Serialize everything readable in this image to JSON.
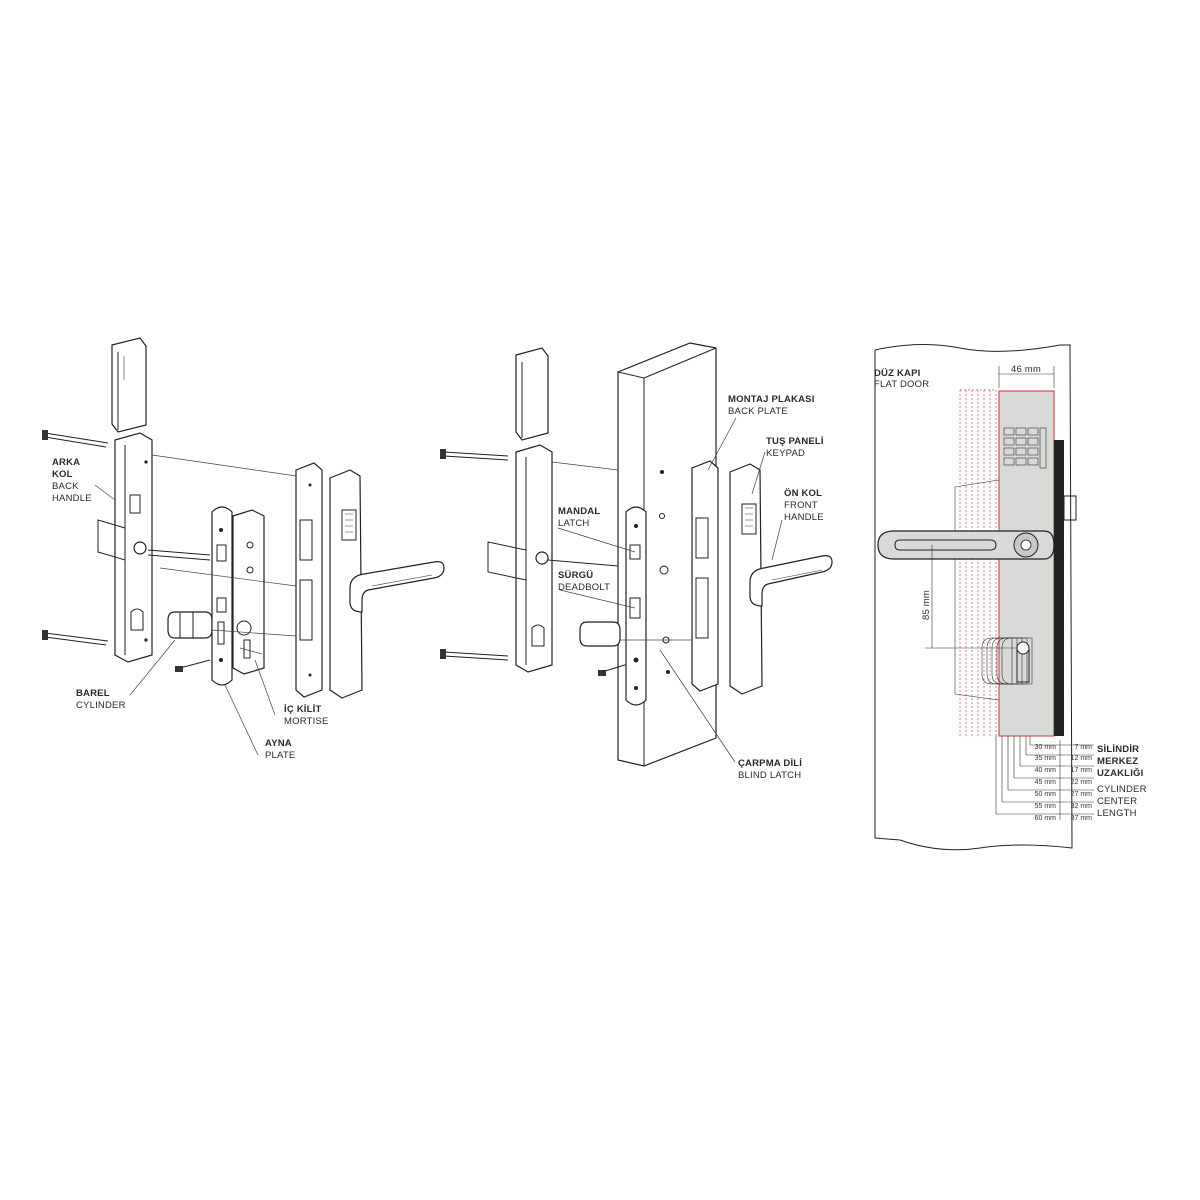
{
  "labels": {
    "back_handle": {
      "tr1": "ARKA",
      "tr2": "KOL",
      "en1": "BACK",
      "en2": "HANDLE"
    },
    "cylinder": {
      "tr": "BAREL",
      "en": "CYLINDER"
    },
    "mortise": {
      "tr": "İÇ KİLİT",
      "en": "MORTISE"
    },
    "plate": {
      "tr": "AYNA",
      "en": "PLATE"
    },
    "back_plate": {
      "tr": "MONTAJ PLAKASI",
      "en": "BACK PLATE"
    },
    "keypad": {
      "tr": "TUŞ PANELİ",
      "en": "KEYPAD"
    },
    "front_handle": {
      "tr": "ÖN KOL",
      "en1": "FRONT",
      "en2": "HANDLE"
    },
    "latch": {
      "tr": "MANDAL",
      "en": "LATCH"
    },
    "deadbolt": {
      "tr": "SÜRGÜ",
      "en": "DEADBOLT"
    },
    "blind_latch": {
      "tr": "ÇARPMA DİLİ",
      "en": "BLIND LATCH"
    },
    "flat_door": {
      "tr": "DÜZ KAPI",
      "en": "FLAT DOOR"
    }
  },
  "dimensions": {
    "width": "46 mm",
    "height": "85 mm",
    "table_rows": [
      {
        "door": "30 mm",
        "center": "7 mm"
      },
      {
        "door": "35 mm",
        "center": "12 mm"
      },
      {
        "door": "40 mm",
        "center": "17 mm"
      },
      {
        "door": "45 mm",
        "center": "22 mm"
      },
      {
        "door": "50 mm",
        "center": "27 mm"
      },
      {
        "door": "55 mm",
        "center": "32 mm"
      },
      {
        "door": "60 mm",
        "center": "37 mm"
      }
    ],
    "legend_lines": [
      "SİLİNDİR",
      "MERKEZ",
      "UZAKLIĞI",
      "CYLINDER",
      "CENTER",
      "LENGTH"
    ]
  },
  "colors": {
    "line": "#222222",
    "accent_red": "#d04a4a",
    "panel": "#d9d9d9"
  }
}
